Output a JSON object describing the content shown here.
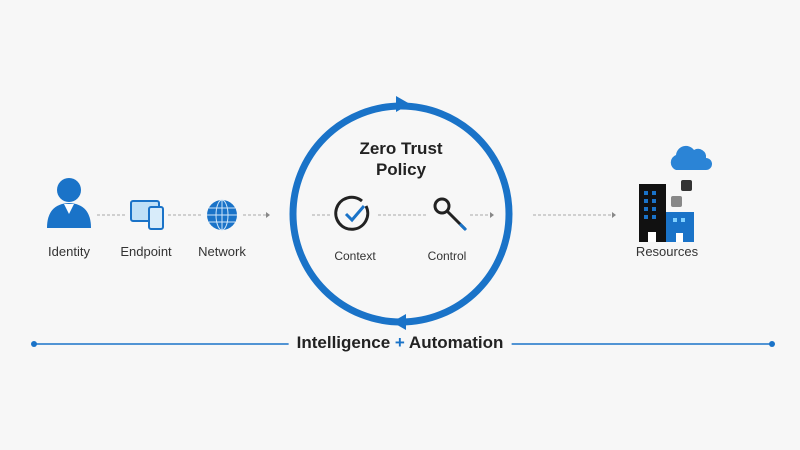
{
  "policy": {
    "title_line1": "Zero Trust",
    "title_line2": "Policy"
  },
  "nodes": {
    "identity": "Identity",
    "endpoint": "Endpoint",
    "network": "Network",
    "context": "Context",
    "control": "Control",
    "resources": "Resources"
  },
  "footer": {
    "left": "Intelligence",
    "plus": "+",
    "right": "Automation"
  },
  "colors": {
    "accent": "#1a73c8",
    "background": "#f7f7f7"
  }
}
